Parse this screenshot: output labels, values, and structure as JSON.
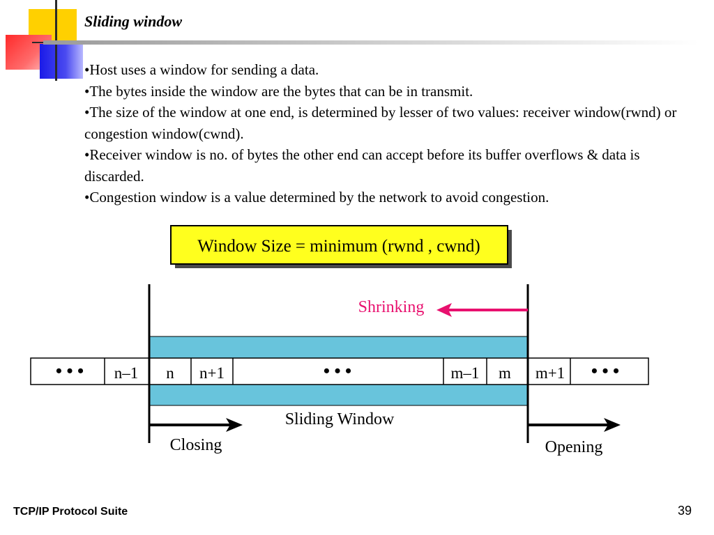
{
  "slide": {
    "title": "Sliding window",
    "bullets": [
      "•Host uses a window for sending a data.",
      "•The bytes inside the window are the bytes that can be in transmit.",
      "•The size of the window at one end, is determined by lesser of two values: receiver window(rwnd) or congestion window(cwnd).",
      "•Receiver window is no. of bytes the other end can accept before its buffer overflows & data is discarded.",
      "•Congestion window is a value determined by the network to avoid congestion."
    ],
    "footer": "TCP/IP Protocol Suite",
    "page_number": "39"
  },
  "diagram": {
    "formula": "Window Size = minimum (rwnd , cwnd)",
    "cells": [
      "• • •",
      "n–1",
      "n",
      "n+1",
      "•   •   •",
      "m–1",
      "m",
      "m+1",
      "• • •"
    ],
    "window_label": "Sliding Window",
    "shrinking_label": "Shrinking",
    "closing_label": "Closing",
    "opening_label": "Opening"
  },
  "colors": {
    "formula_box": "#ffff1e",
    "window_band": "#68c4dc",
    "shrinking": "#e8106e",
    "deco_yellow": "#ffd000",
    "deco_red": "#ff3a3a",
    "deco_blue": "#2c2cf0"
  }
}
